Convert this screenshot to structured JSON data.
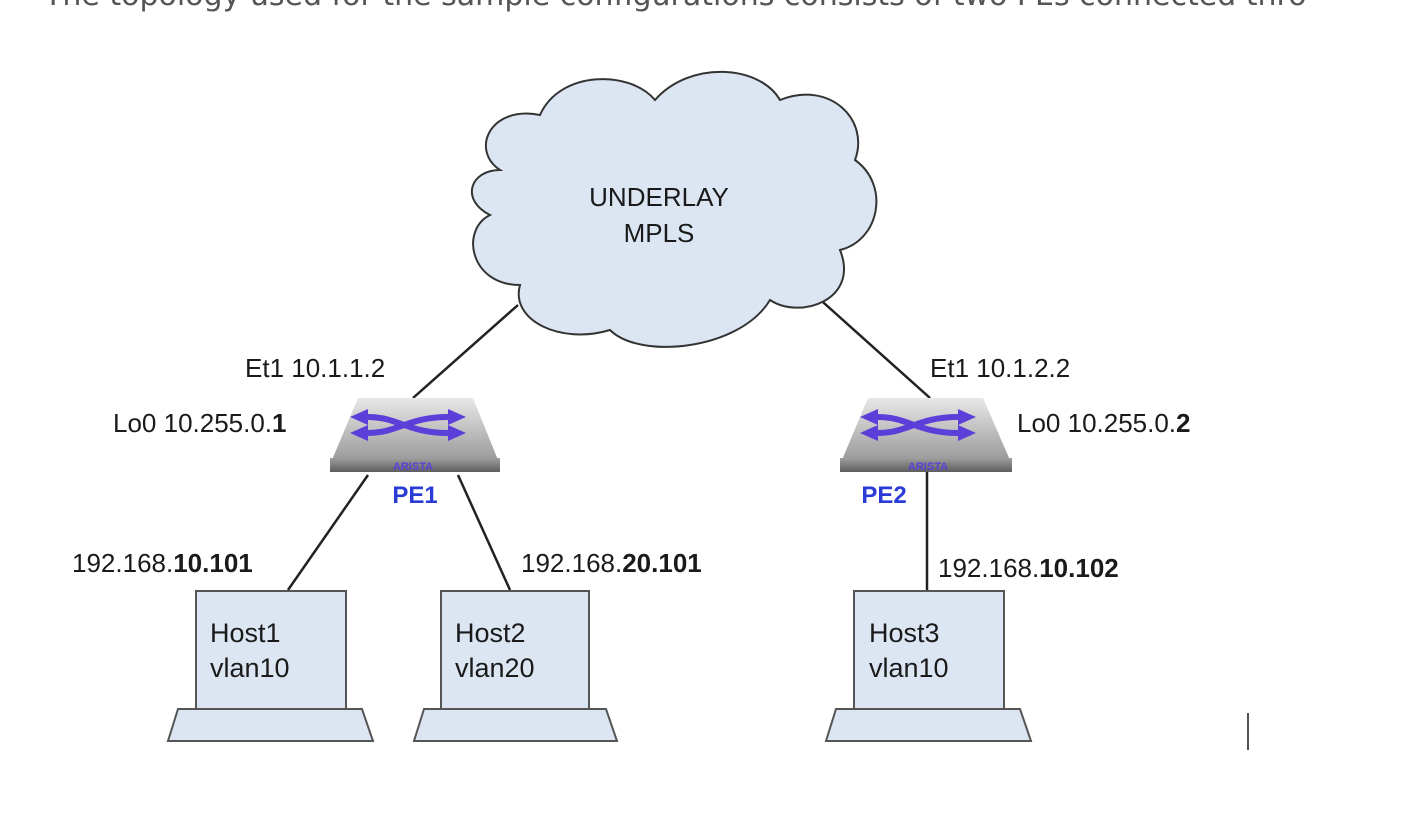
{
  "intro_text": "The topology used for the sample configurations consists of two PEs connected thro",
  "cloud": {
    "line1": "UNDERLAY",
    "line2": "MPLS"
  },
  "switches": [
    {
      "name": "PE1",
      "brand": "ARISTA",
      "et1": "Et1 10.1.1.2",
      "lo0_prefix": "Lo0 10.255.0.",
      "lo0_suffix": "1"
    },
    {
      "name": "PE2",
      "brand": "ARISTA",
      "et1": "Et1 10.1.2.2",
      "lo0_prefix": "Lo0 10.255.0.",
      "lo0_suffix": "2"
    }
  ],
  "hosts": [
    {
      "name": "Host1",
      "vlan": "vlan10",
      "ip_prefix": "192.168.",
      "ip_suffix": "10.101"
    },
    {
      "name": "Host2",
      "vlan": "vlan20",
      "ip_prefix": "192.168.",
      "ip_suffix": "20.101"
    },
    {
      "name": "Host3",
      "vlan": "vlan10",
      "ip_prefix": "192.168.",
      "ip_suffix": "10.102"
    }
  ],
  "colors": {
    "node_fill": "#dce6f2",
    "pe_label": "#2b3bd6",
    "arrow": "#5b3fd8",
    "switch_body": "#8a8a8a"
  }
}
